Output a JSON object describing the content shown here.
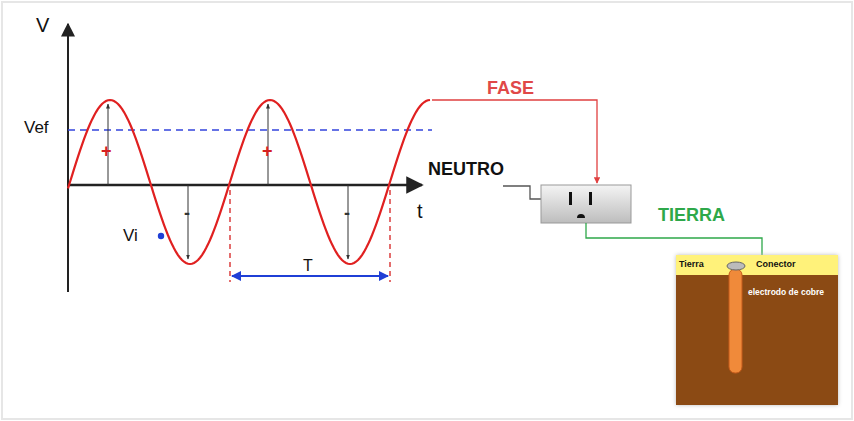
{
  "diagram": {
    "nodes": [
      {
        "text": [
          "Tierra",
          "Conector",
          "electrodo de cobre"
        ]
      }
    ],
    "labels": [
      "V",
      "Vef",
      "+",
      "+",
      "-",
      "-",
      "Vi",
      "T",
      "t",
      "NEUTRO",
      "FASE",
      "TIERRA"
    ]
  }
}
